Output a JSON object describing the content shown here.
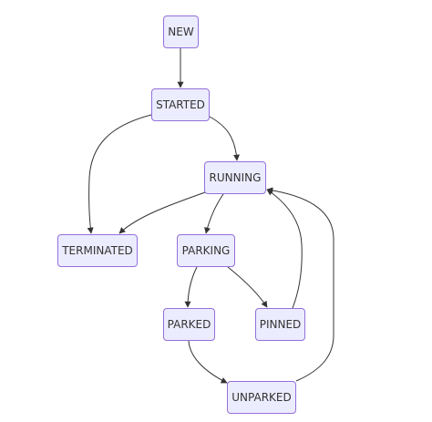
{
  "diagram": {
    "states": {
      "new": "NEW",
      "started": "STARTED",
      "running": "RUNNING",
      "terminated": "TERMINATED",
      "parking": "PARKING",
      "parked": "PARKED",
      "pinned": "PINNED",
      "unparked": "UNPARKED"
    },
    "transitions": [
      {
        "from": "NEW",
        "to": "STARTED"
      },
      {
        "from": "STARTED",
        "to": "TERMINATED"
      },
      {
        "from": "STARTED",
        "to": "RUNNING"
      },
      {
        "from": "RUNNING",
        "to": "TERMINATED"
      },
      {
        "from": "RUNNING",
        "to": "PARKING"
      },
      {
        "from": "PARKING",
        "to": "PARKED"
      },
      {
        "from": "PARKING",
        "to": "PINNED"
      },
      {
        "from": "PINNED",
        "to": "RUNNING"
      },
      {
        "from": "PARKED",
        "to": "UNPARKED"
      },
      {
        "from": "UNPARKED",
        "to": "RUNNING"
      }
    ],
    "colors": {
      "node_fill": "#ECECFF",
      "node_border": "#9370DB",
      "edge": "#333333",
      "text": "#333333"
    }
  }
}
